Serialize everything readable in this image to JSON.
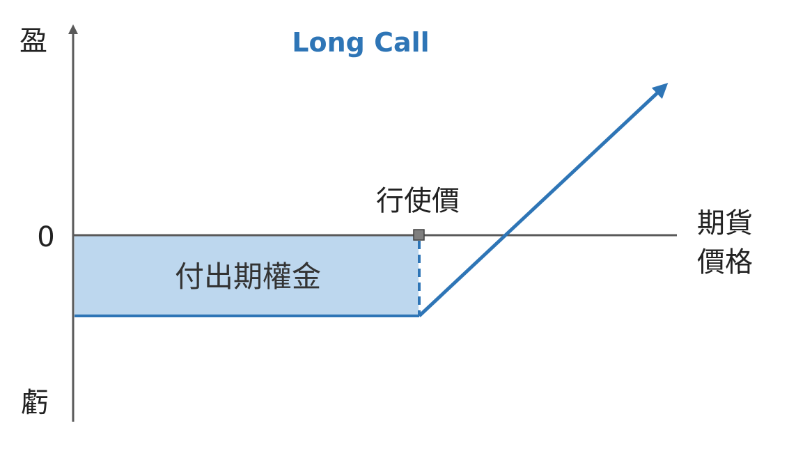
{
  "title": "Long Call",
  "labels": {
    "profit": "盈",
    "loss": "虧",
    "zero": "0",
    "strike": "行使價",
    "x_axis_line1": "期貨",
    "x_axis_line2": "價格",
    "premium_region": "付出期權金"
  },
  "colors": {
    "title": "#2e75b6",
    "payoff_line": "#2e75b6",
    "premium_fill": "#bdd7ee",
    "axis": "#595959",
    "strike_marker": "#7f7f7f"
  }
}
